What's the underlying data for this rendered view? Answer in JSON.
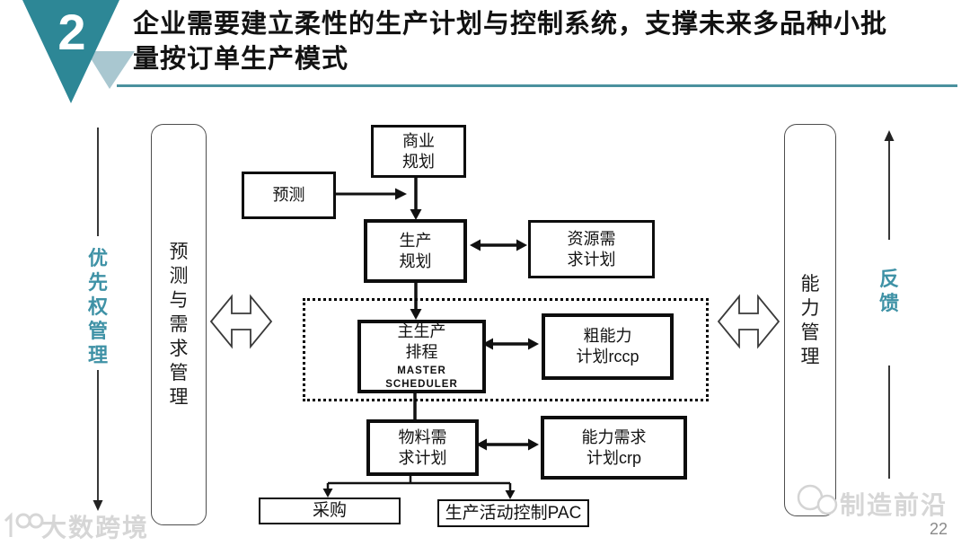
{
  "header": {
    "badge_number": "2",
    "title_line1": "企业需要建立柔性的生产计划与控制系统，支撑未来多品种小批",
    "title_line2": "量按订单生产模式"
  },
  "sides": {
    "priority_management": "优先权管理",
    "forecast_demand_management": "预测与需求管理",
    "capacity_management": "能力管理",
    "feedback": "反馈"
  },
  "boxes": {
    "business": {
      "line1": "商业",
      "line2": "规划"
    },
    "forecast": {
      "line1": "预测"
    },
    "production": {
      "line1": "生产",
      "line2": "规划"
    },
    "resource": {
      "line1": "资源需",
      "line2": "求计划"
    },
    "master": {
      "line1": "主生产",
      "line2": "排程",
      "line3": "MASTER SCHEDULER"
    },
    "rccp": {
      "line1": "粗能力",
      "line2": "计划rccp"
    },
    "mrp": {
      "line1": "物料需",
      "line2": "求计划"
    },
    "crp": {
      "line1": "能力需求",
      "line2": "计划crp"
    },
    "purchase": {
      "line1": "采购"
    },
    "pac": {
      "line1": "生产活动控制PAC"
    }
  },
  "footer": {
    "watermark_left": "大数跨境",
    "watermark_right": "制造前沿",
    "page_number": "22"
  },
  "colors": {
    "teal": "#2d8796",
    "teal_light": "#a9c7d0",
    "teal_text": "#3f92a6",
    "rule": "#4a919e"
  }
}
